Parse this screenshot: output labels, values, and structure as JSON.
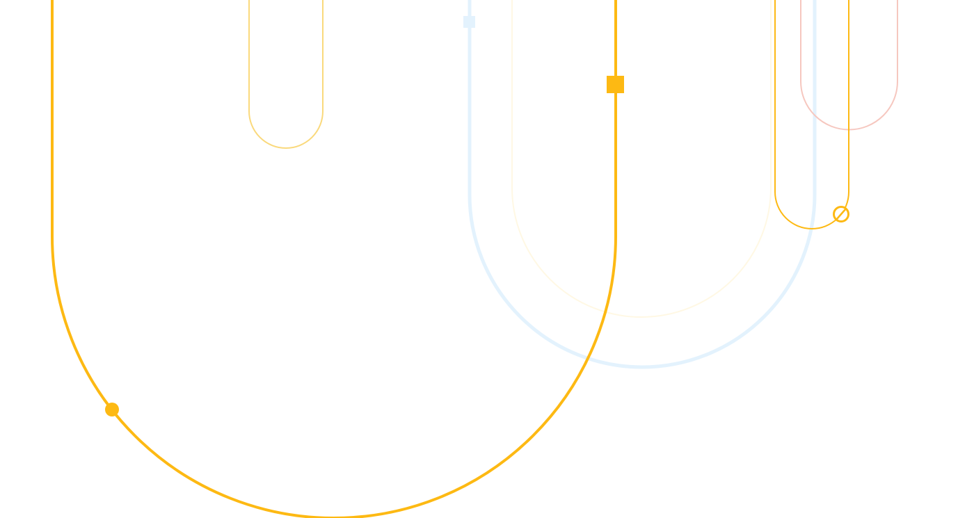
{
  "background": {
    "color": "#ffffff",
    "style": "decorative line art"
  },
  "colors": {
    "primary_yellow": "#FDB913",
    "pale_yellow": "#FAD97C",
    "faint_cream": "#FFF8E4",
    "light_blue": "#E3F2FD",
    "soft_coral": "#F6C7BF"
  },
  "shapes": [
    {
      "name": "large-yellow-u-shape",
      "color": "primary_yellow"
    },
    {
      "name": "small-pale-yellow-u-shape",
      "color": "pale_yellow"
    },
    {
      "name": "light-blue-u-shape",
      "color": "light_blue"
    },
    {
      "name": "faint-cream-u-shape",
      "color": "faint_cream"
    },
    {
      "name": "yellow-narrow-u-shape",
      "color": "primary_yellow"
    },
    {
      "name": "coral-u-shape",
      "color": "soft_coral"
    }
  ],
  "markers": [
    {
      "name": "filled-circle-marker",
      "shape": "circle",
      "color": "primary_yellow"
    },
    {
      "name": "filled-square-marker",
      "shape": "square",
      "color": "primary_yellow"
    },
    {
      "name": "small-square-marker",
      "shape": "square",
      "color": "light_blue"
    },
    {
      "name": "slashed-circle-marker",
      "shape": "circle-with-slash",
      "color": "primary_yellow"
    }
  ]
}
